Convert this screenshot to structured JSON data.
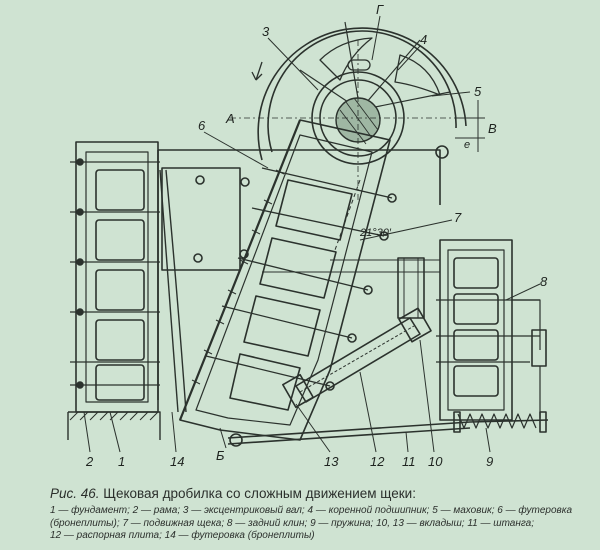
{
  "figure": {
    "callouts": {
      "n1": "1",
      "n2": "2",
      "n3": "3",
      "n4": "4",
      "n5": "5",
      "n6": "6",
      "n7": "7",
      "n8": "8",
      "n9": "9",
      "n10": "10",
      "n11": "11",
      "n12": "12",
      "n13": "13",
      "n14": "14"
    },
    "letters": {
      "G": "Г",
      "A": "А",
      "B": "Б",
      "V": "В",
      "e": "е"
    },
    "angle": "21°30′"
  },
  "caption": {
    "fig_label": "Рис. 46.",
    "title": "Щековая дробилка со сложным движением щеки:",
    "legend": [
      "1 — фундамент;",
      "2 — рама;",
      "3 — эксцентриковый вал;",
      "4 — коренной подшипник;",
      "5 — маховик;",
      "6 — футеровка (броне­плиты);",
      "7 — подвижная щека;",
      "8 — задний клин;",
      "9 — пружина;",
      "10, 13 — вкладыш;",
      "11 — штанга;",
      "12 — распорная плита;",
      "14 — футеровка (броне­плиты)"
    ]
  }
}
